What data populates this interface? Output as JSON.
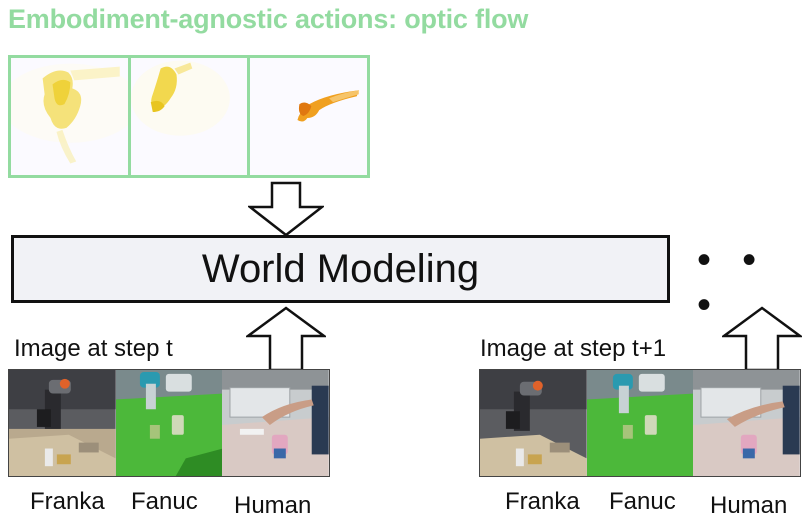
{
  "title": "Embodiment-agnostic actions: optic flow",
  "world_model": {
    "label": "World Modeling"
  },
  "continuation": "• • •",
  "steps": [
    {
      "label": "Image at step t",
      "cameras": [
        "Franka",
        "Fanuc",
        "Human"
      ]
    },
    {
      "label": "Image at step t+1",
      "cameras": [
        "Franka",
        "Fanuc",
        "Human"
      ]
    }
  ],
  "colors": {
    "accent": "#93dba0",
    "box_fill": "#f1f2f6",
    "box_stroke": "#111111"
  }
}
